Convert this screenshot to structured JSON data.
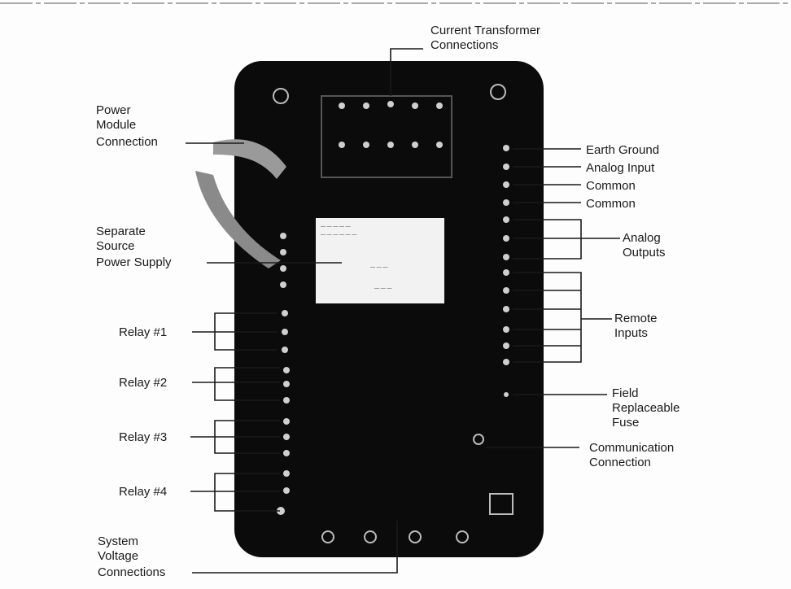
{
  "diagram": {
    "labels": {
      "current_transformer": [
        "Current Transformer",
        "Connections"
      ],
      "power_module": [
        "Power",
        "Module",
        "Connection"
      ],
      "separate_source": [
        "Separate",
        "Source",
        "Power Supply"
      ],
      "relay_1": "Relay #1",
      "relay_2": "Relay #2",
      "relay_3": "Relay #3",
      "relay_4": "Relay #4",
      "system_voltage": [
        "System",
        "Voltage",
        "Connections"
      ],
      "earth_ground": "Earth Ground",
      "analog_input": "Analog Input",
      "common_1": "Common",
      "common_2": "Common",
      "analog_outputs": [
        "Analog",
        "Outputs"
      ],
      "remote_inputs": [
        "Remote",
        "Inputs"
      ],
      "field_fuse": [
        "Field",
        "Replaceable",
        "Fuse"
      ],
      "communication": [
        "Communication",
        "Connection"
      ]
    },
    "colors": {
      "device_body": "#0b0b0b",
      "panel": "#f2f2f2",
      "text": "#1a1a1a"
    }
  }
}
